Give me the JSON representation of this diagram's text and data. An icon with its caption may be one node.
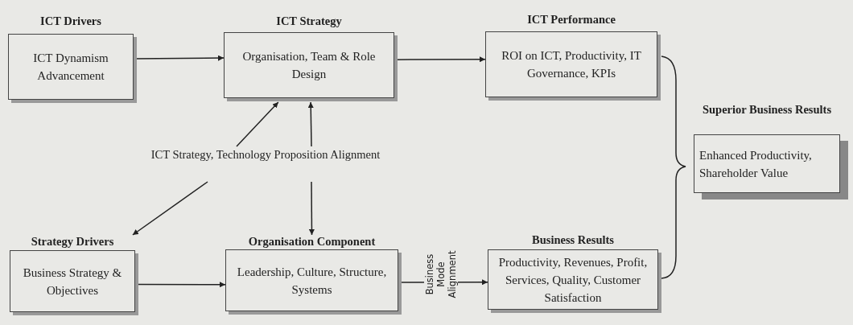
{
  "diagram": {
    "nodes": [
      {
        "text": [
          "ICT Drivers",
          "ICT Dynamism Advancement"
        ]
      },
      {
        "text": [
          "ICT Strategy",
          "Organisation, Team & Role Design"
        ]
      },
      {
        "text": [
          "ICT Performance",
          "ROI on ICT, Productivity, IT Governance, KPIs"
        ]
      },
      {
        "text": [
          "Superior Business Results",
          "Enhanced Productivity, Shareholder Value"
        ]
      },
      {
        "text": [
          "Strategy Drivers",
          "Business Strategy & Objectives"
        ]
      },
      {
        "text": [
          "Organisation Component",
          "Leadership, Culture, Structure, Systems"
        ]
      },
      {
        "text": [
          "Business Results",
          "Productivity, Revenues, Profit, Services, Quality, Customer Satisfaction"
        ]
      },
      {
        "text": [
          "ICT Strategy, Technology Proposition Alignment"
        ]
      }
    ],
    "edges": [
      {
        "from": 0,
        "to": 1,
        "arrow": "to"
      },
      {
        "from": 1,
        "to": 2,
        "arrow": "to"
      },
      {
        "from": 4,
        "to": 5,
        "arrow": "to"
      },
      {
        "from": 5,
        "to": 6,
        "arrow": "to",
        "label": "Business Mode Alignment"
      },
      {
        "from": 7,
        "to": 1,
        "arrow": "to"
      },
      {
        "from": 7,
        "to": 1,
        "arrow": "to"
      },
      {
        "from": 7,
        "to": 4,
        "arrow": "to"
      },
      {
        "from": 7,
        "to": 5,
        "arrow": "to"
      }
    ]
  }
}
